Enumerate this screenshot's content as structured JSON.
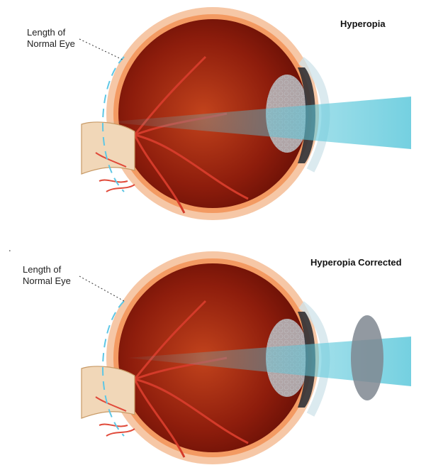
{
  "figure": {
    "top": {
      "title": "Hyperopia",
      "label_line1": "Length of",
      "label_line2": "Normal Eye"
    },
    "bottom": {
      "title": "Hyperopia Corrected",
      "label_line1": "Length of",
      "label_line2": "Normal Eye"
    },
    "side_mark": "▪"
  },
  "colors": {
    "eye_outer": "#f3b38f",
    "eye_inner": "#b22a12",
    "vessel": "#d7443a",
    "beam": "#66d6e6",
    "lens": "#9aa1a8",
    "dashed": "#5fc7e5"
  }
}
